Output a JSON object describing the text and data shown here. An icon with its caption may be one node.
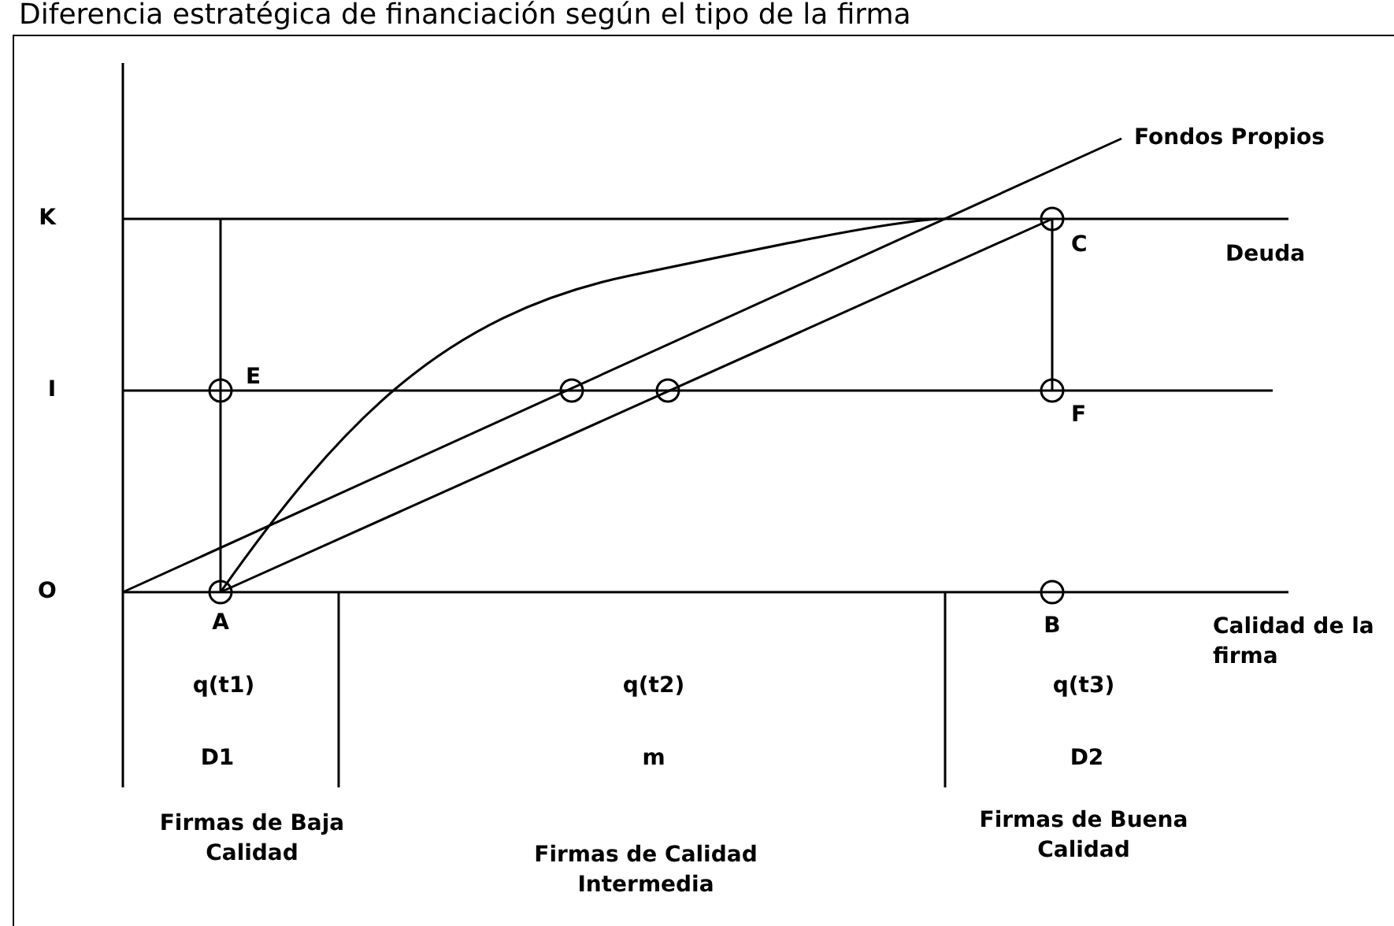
{
  "diagram": {
    "title": "Diferencia estratégica de financiación según el tipo de la firma",
    "labels": [
      "Fondos Propios",
      "K",
      "C",
      "Deuda",
      "I",
      "E",
      "F",
      "O",
      "A",
      "B",
      "Calidad de la firma",
      "q(t1)",
      "q(t2)",
      "q(t3)",
      "D1",
      "m",
      "D2",
      "Firmas de Baja Calidad",
      "Firmas de Buena Calidad",
      "Firmas de Calidad Intermedia"
    ]
  }
}
